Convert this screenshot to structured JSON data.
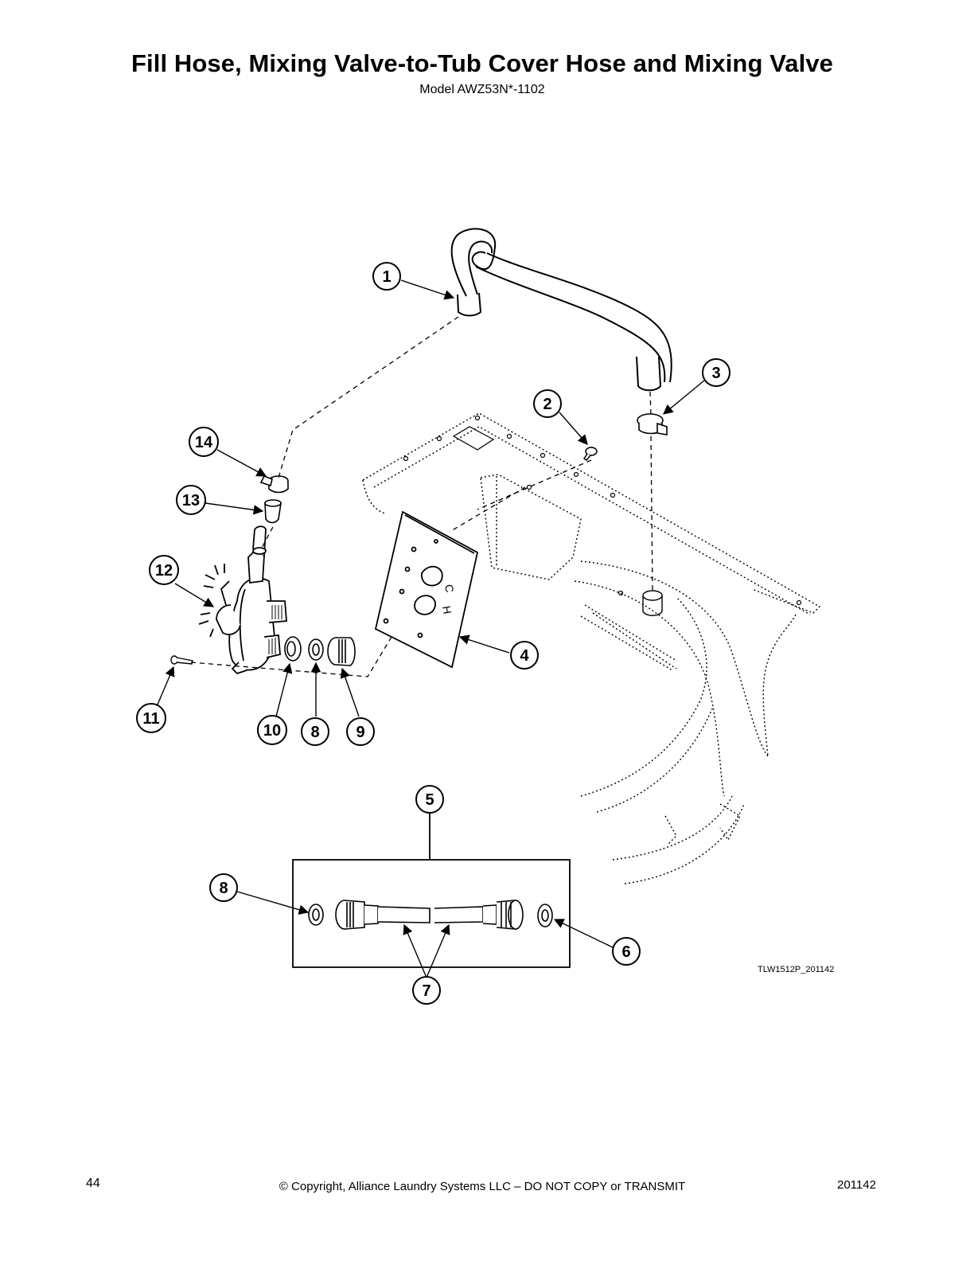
{
  "title": "Fill Hose, Mixing Valve-to-Tub Cover Hose and Mixing Valve",
  "subtitle": "Model AWZ53N*-1102",
  "drawing_code": "TLW1512P_201142",
  "callouts": [
    {
      "id": "c1",
      "label": "1"
    },
    {
      "id": "c2",
      "label": "2"
    },
    {
      "id": "c3",
      "label": "3"
    },
    {
      "id": "c4",
      "label": "4"
    },
    {
      "id": "c5",
      "label": "5"
    },
    {
      "id": "c6",
      "label": "6"
    },
    {
      "id": "c7",
      "label": "7"
    },
    {
      "id": "c8a",
      "label": "8"
    },
    {
      "id": "c8b",
      "label": "8"
    },
    {
      "id": "c9",
      "label": "9"
    },
    {
      "id": "c10",
      "label": "10"
    },
    {
      "id": "c11",
      "label": "11"
    },
    {
      "id": "c12",
      "label": "12"
    },
    {
      "id": "c13",
      "label": "13"
    },
    {
      "id": "c14",
      "label": "14"
    }
  ],
  "footer": {
    "page_number": "44",
    "copyright": "© Copyright, Alliance Laundry Systems LLC – DO NOT COPY or TRANSMIT",
    "doc_code": "201142"
  }
}
